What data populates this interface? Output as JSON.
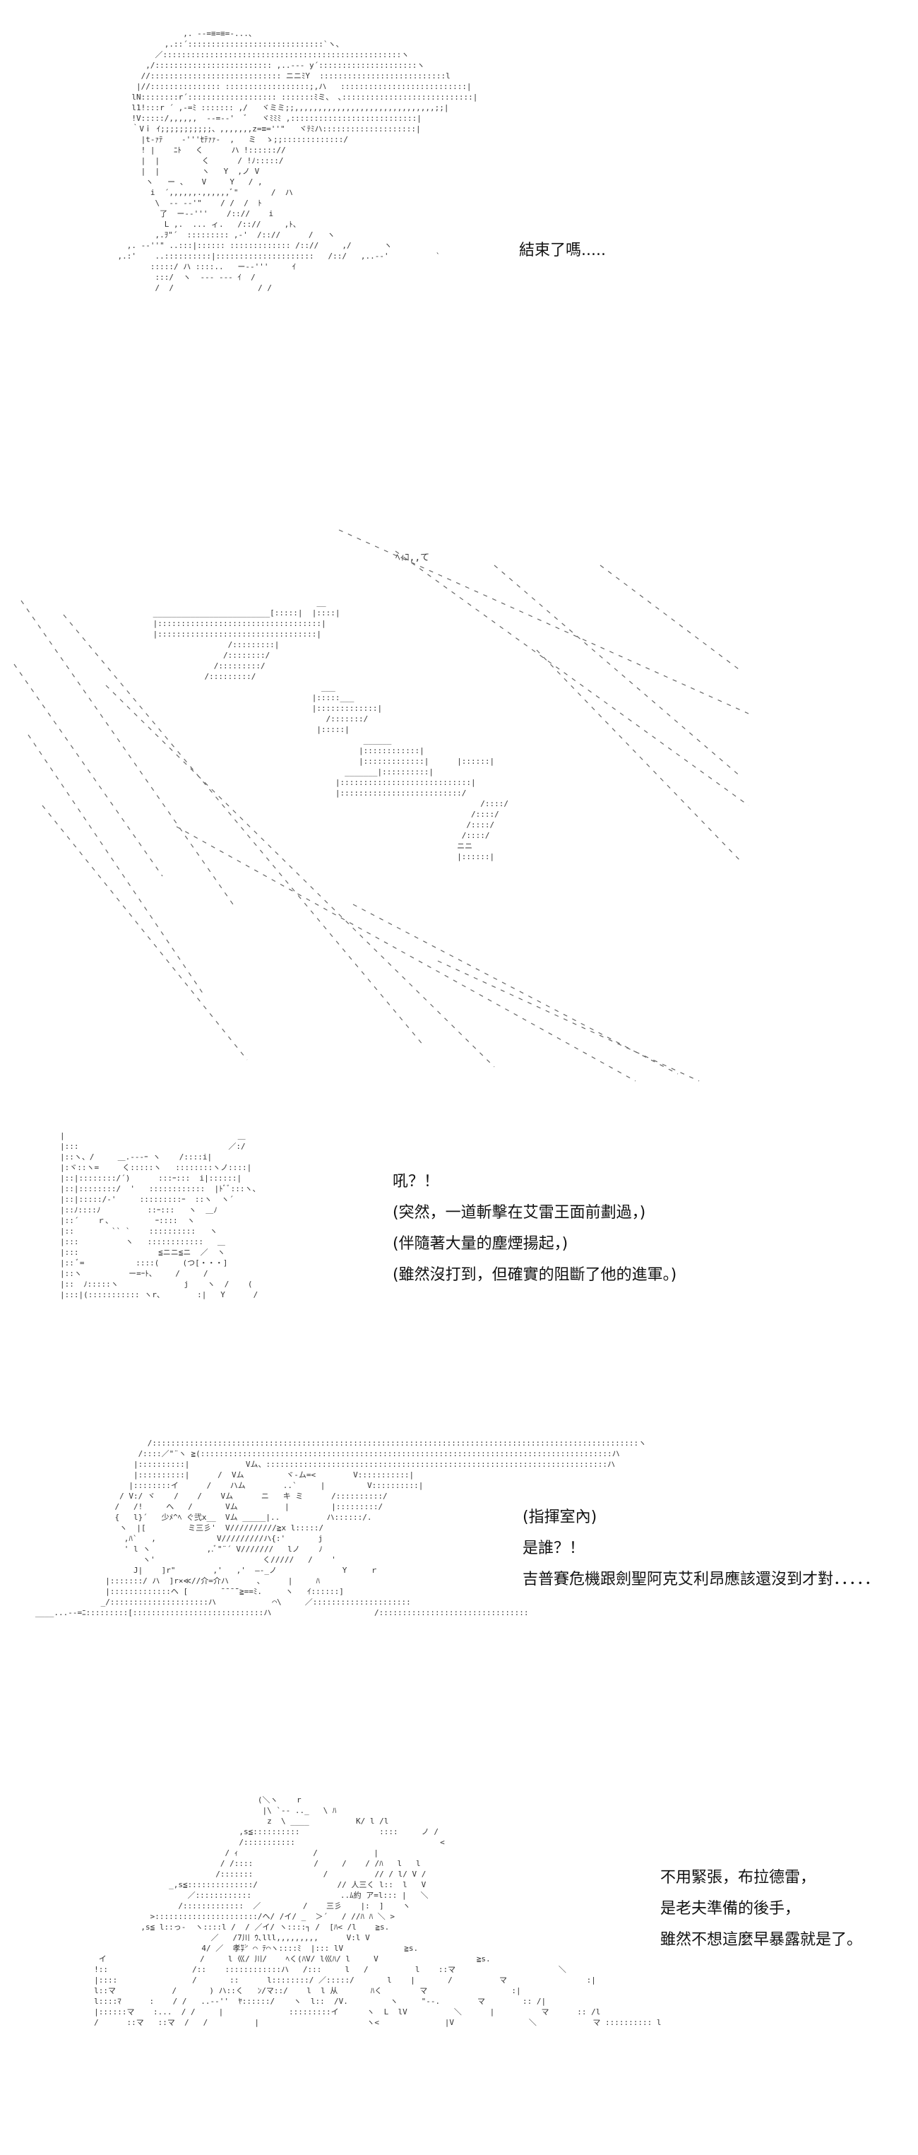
{
  "panel1": {
    "lines": [
      "結束了嗎....."
    ]
  },
  "panel2": {
    "sfx": [
      "ﾍｨｺ,,て"
    ]
  },
  "panel3": {
    "lines": [
      "吼？！",
      "(突然，一道斬擊在艾雷王面前劃過，)",
      "(伴隨著大量的塵煙揚起，)",
      "(雖然沒打到，但確實的阻斷了他的進軍。)"
    ],
    "bubble": "(つ[・・・)"
  },
  "panel4": {
    "lines": [
      "(指揮室內)",
      "是誰？！",
      "吉普賽危機跟劍聖阿克艾利昂應該還沒到才對．．．．．"
    ]
  },
  "panel5": {
    "lines": [
      "不用緊張，布拉德雷，",
      "是老夫準備的後手，",
      "雖然不想這麼早暴露就是了。"
    ]
  }
}
